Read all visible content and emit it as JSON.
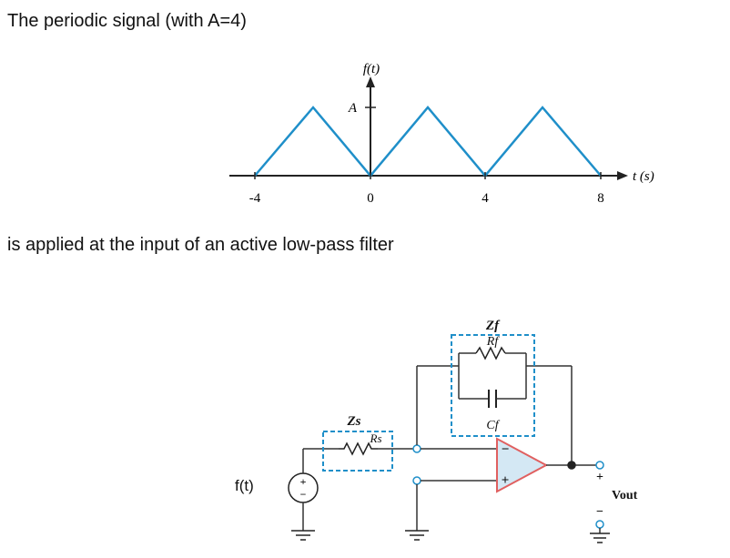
{
  "text": {
    "intro": "The periodic signal (with A=4)",
    "middle": "is applied at the input of an active low-pass filter"
  },
  "signal_plot": {
    "y_label": "f(t)",
    "x_label": "t (s)",
    "amplitude_label": "A",
    "x_ticks": [
      "-4",
      "0",
      "4",
      "8"
    ],
    "x_tick_values": [
      -4,
      0,
      4,
      8
    ],
    "peaks_t": [
      -2,
      2,
      6
    ],
    "zeros_t": [
      -4,
      0,
      4,
      8
    ]
  },
  "circuit": {
    "zf_label": "Zf",
    "rf_label": "Rf",
    "cf_label": "Cf",
    "zs_label": "Zs",
    "rs_label": "Rs",
    "source_label": "f(t)",
    "vout_label": "Vout",
    "plus": "+",
    "minus": "−",
    "dashed_box_color": "#1f8fc9",
    "opamp_fill": "#d4e8f4",
    "opamp_stroke": "#e06060"
  }
}
